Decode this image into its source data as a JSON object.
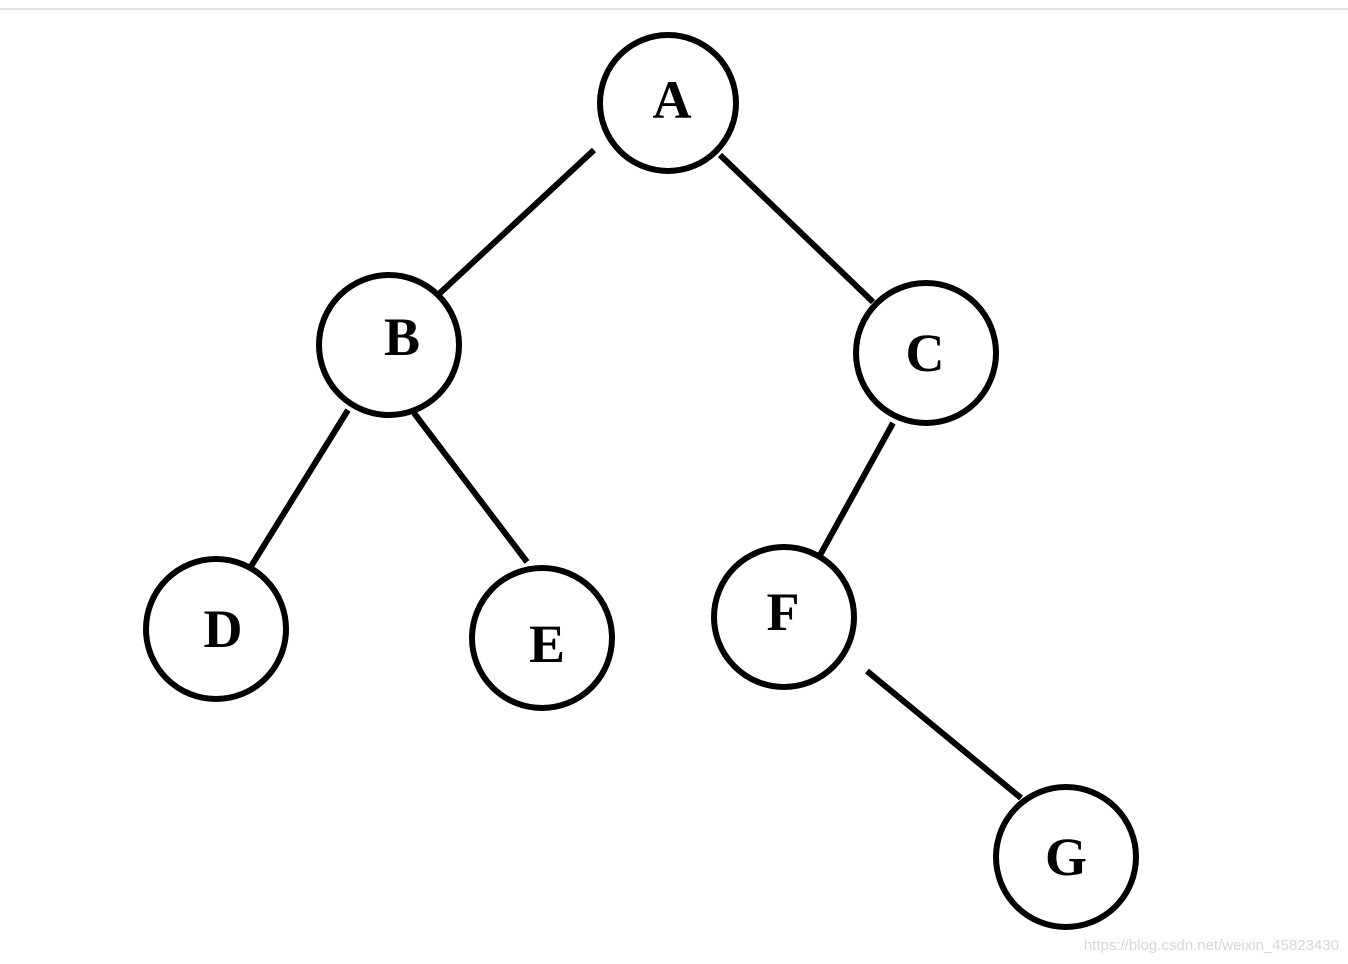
{
  "diagram": {
    "type": "binary-tree",
    "nodes": [
      {
        "id": "A",
        "label": "A"
      },
      {
        "id": "B",
        "label": "B"
      },
      {
        "id": "C",
        "label": "C"
      },
      {
        "id": "D",
        "label": "D"
      },
      {
        "id": "E",
        "label": "E"
      },
      {
        "id": "F",
        "label": "F"
      },
      {
        "id": "G",
        "label": "G"
      }
    ],
    "edges": [
      {
        "from": "A",
        "to": "B"
      },
      {
        "from": "A",
        "to": "C"
      },
      {
        "from": "B",
        "to": "D"
      },
      {
        "from": "B",
        "to": "E"
      },
      {
        "from": "C",
        "to": "F"
      },
      {
        "from": "F",
        "to": "G"
      }
    ]
  },
  "watermark": "https://blog.csdn.net/weixin_45823430",
  "colors": {
    "stroke": "#000000",
    "node_fill": "#ffffff",
    "watermark": "#d6d6d6"
  }
}
